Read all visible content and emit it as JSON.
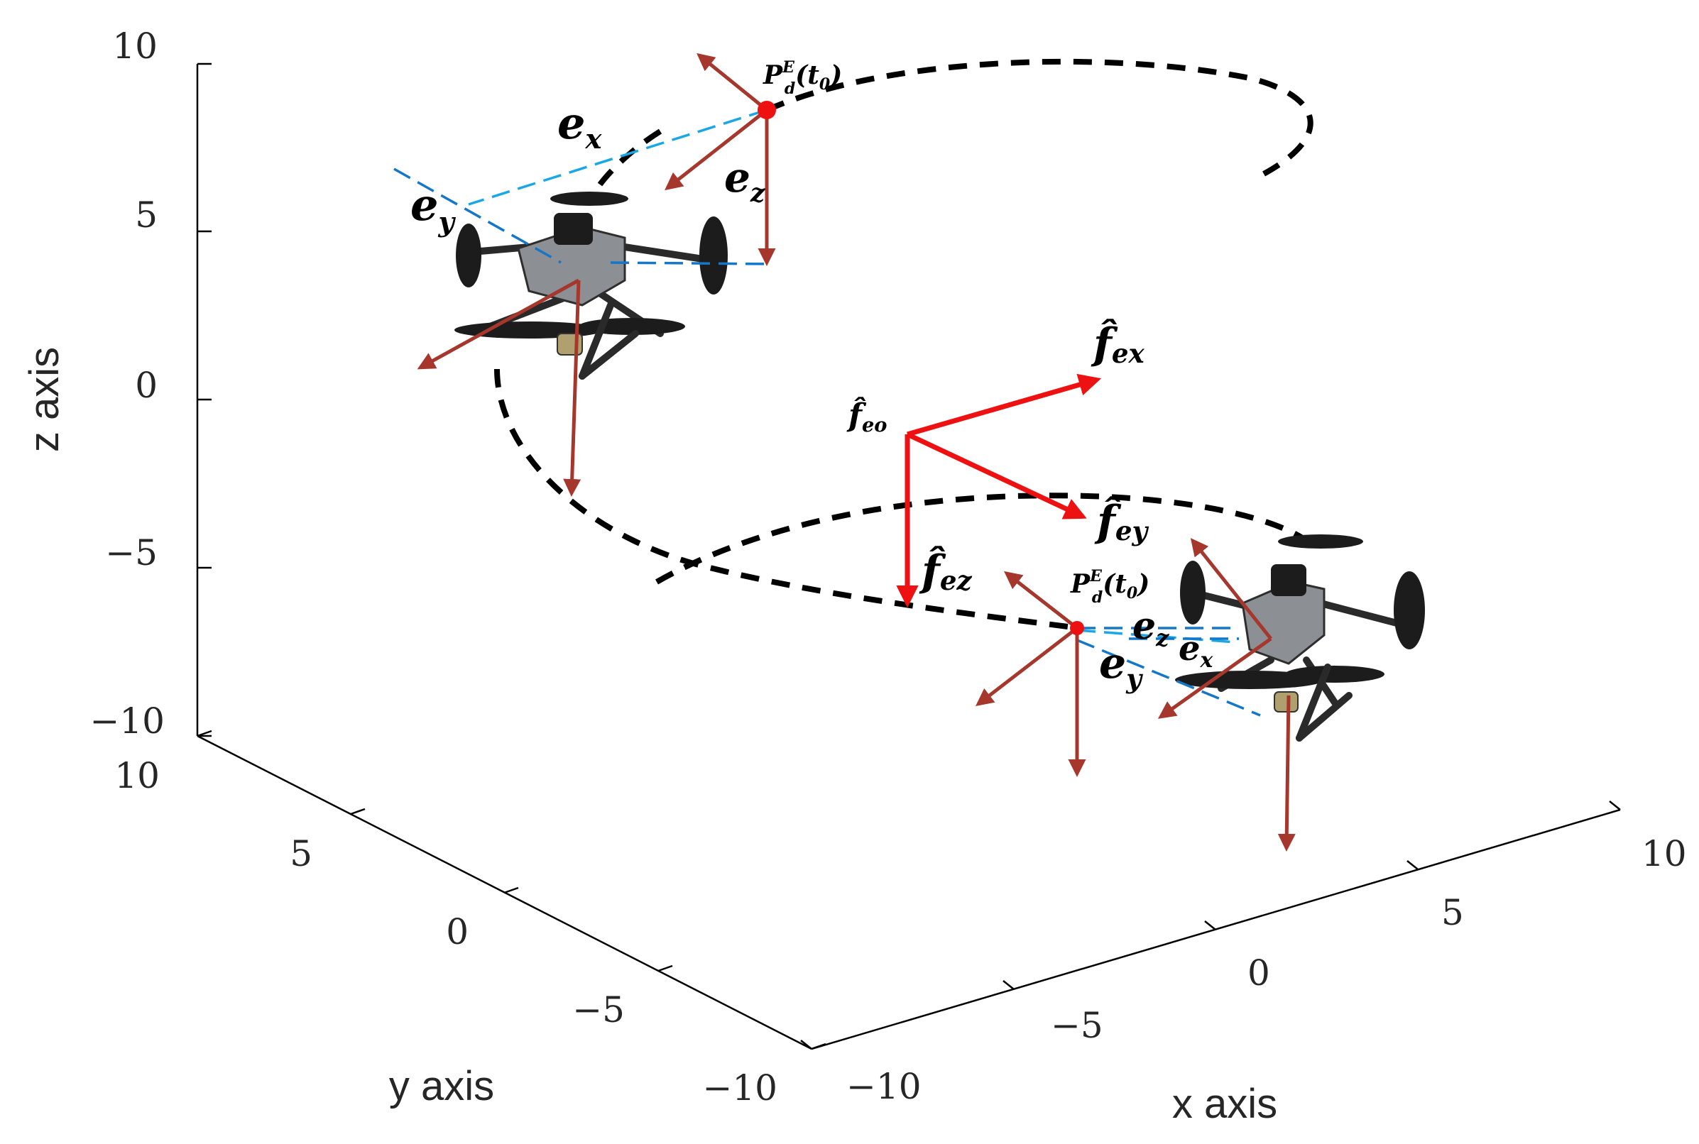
{
  "axes": {
    "z_title": "z axis",
    "y_title": "y axis",
    "x_title": "x axis",
    "z_ticks": [
      "10",
      "5",
      "0",
      "−5",
      "−10"
    ],
    "y_ticks": [
      "10",
      "5",
      "0",
      "−5",
      "−10"
    ],
    "x_ticks": [
      "−10",
      "−5",
      "0",
      "5",
      "10"
    ]
  },
  "labels": {
    "target_point_main": "P",
    "target_point_sup": "E",
    "target_point_sub": "d",
    "target_point_arg": "(t",
    "target_point_arg_sub": "0",
    "target_point_close": ")",
    "err_x_main": "e",
    "err_x_sub": "x",
    "err_y_main": "e",
    "err_y_sub": "y",
    "err_z_main": "e",
    "err_z_sub": "z",
    "frame_origin_main": "f̂",
    "frame_origin_sub": "eo",
    "frame_x_main": "f̂",
    "frame_x_sub": "ex",
    "frame_y_main": "f̂",
    "frame_y_sub": "ey",
    "frame_z_main": "f̂",
    "frame_z_sub": "ez"
  },
  "colors": {
    "trajectory": "#000000",
    "body_arrows": "#a6372d",
    "frame_arrows": "#ee1111",
    "error_lines": "#1aa7e6",
    "target_point": "#ee1111"
  }
}
